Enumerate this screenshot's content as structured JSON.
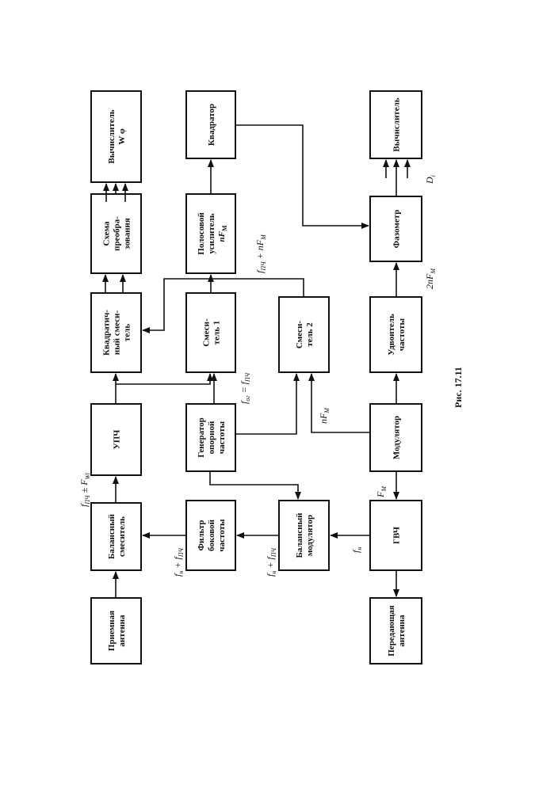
{
  "figure": {
    "caption": "Рис. 17.11",
    "blocks": {
      "receive_antenna": [
        "Приемная",
        "антенна"
      ],
      "balanced_mixer": [
        "Балансный",
        "смеситель"
      ],
      "ipf_amp": [
        "УПЧ"
      ],
      "quadrature_mixer": [
        "Квадратич-",
        "ный смеси-",
        "тель"
      ],
      "conversion_scheme": [
        "Схема",
        "преобра-",
        "зования"
      ],
      "computer_w": [
        "Вычислитель",
        "W φ"
      ],
      "sideband_filter": [
        "Фильтр",
        "боковой",
        "частоты"
      ],
      "reference_generator": [
        "Генератор",
        "опорной",
        "частоты"
      ],
      "mixer_1": [
        "Смеси-",
        "тель 1"
      ],
      "bandpass_amp": [
        "Полосовой",
        "усилитель",
        "nF"
      ],
      "squarer": [
        "Квадратор"
      ],
      "balanced_modulator": [
        "Балансный",
        "модулятор"
      ],
      "mixer_2": [
        "Смеси-",
        "тель 2"
      ],
      "transmit_antenna": [
        "Передающая",
        "антенна"
      ],
      "hfg": [
        "ГВЧ"
      ],
      "modulator": [
        "Модулятор"
      ],
      "freq_doubler": [
        "Удвоитель",
        "частоты"
      ],
      "phase_meter": [
        "Фазометр"
      ],
      "computer_d": [
        "Вычислитель"
      ]
    },
    "bandpass_sub": "М",
    "signals": {
      "f_if_pm_fw": "f",
      "f_if_pm_fw_sub": "ПЧ",
      "f_if_pm_fw_rest": " ± F",
      "f_if_pm_fw_sub2": "Wi",
      "fn_plus_fif_1": "f",
      "fn_plus_fif_1_sub": "н",
      "fn_plus_fif_1_mid": " + f",
      "fn_plus_fif_1_sub2": "ПЧ",
      "fn_plus_fif_2": "f",
      "fn_plus_fif_2_sub": "н",
      "fn_plus_fif_2_mid": " + f",
      "fn_plus_fif_2_sub2": "ПЧ",
      "fog": "f",
      "fog_sub": "ог",
      "fog_mid": " = f",
      "fog_sub2": "ПЧ",
      "fif_nfm": "f",
      "fif_nfm_sub": "ПЧ",
      "fif_nfm_mid": " + nF",
      "fif_nfm_sub2": "М",
      "nfm": "nF",
      "nfm_sub": "М",
      "fm": "F",
      "fm_sub": "М",
      "fn": "f",
      "fn_sub": "н",
      "two_nfm": "2nF",
      "two_nfm_sub": "М",
      "di": "D",
      "di_sub": "i"
    }
  }
}
